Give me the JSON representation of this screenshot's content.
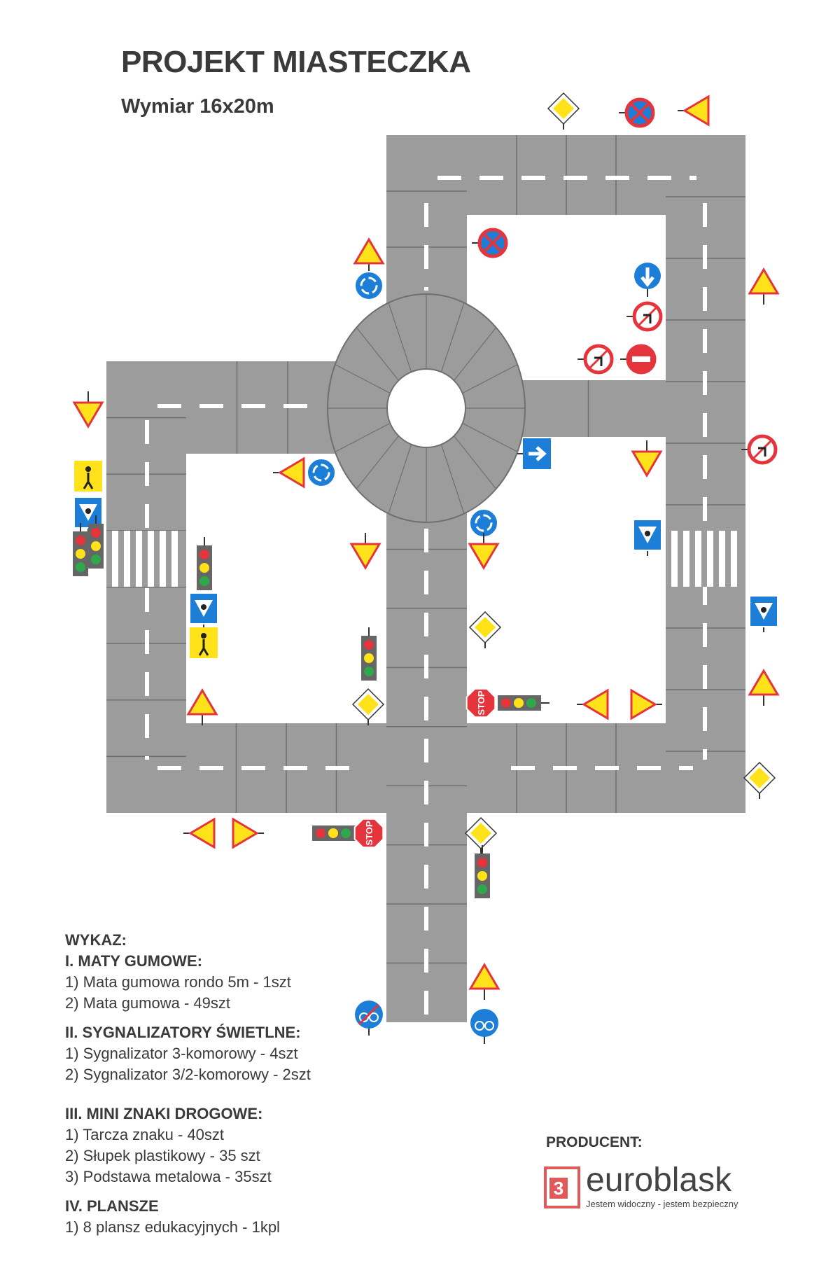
{
  "header": {
    "title": "PROJEKT MIASTECZKA",
    "subtitle": "Wymiar 16x20m"
  },
  "signs": {
    "stop_text": "STOP"
  },
  "colors": {
    "road": "#9c9c9c",
    "tile_line": "#6f6f6f",
    "warning_yellow": "#ffe21a",
    "sign_red": "#e5343b",
    "sign_blue": "#1c7ed6"
  },
  "list": {
    "heading": "WYKAZ:",
    "sections": [
      {
        "title": "I. MATY GUMOWE:",
        "items": [
          "1) Mata gumowa rondo 5m - 1szt",
          "2) Mata gumowa - 49szt"
        ]
      },
      {
        "title": "II. SYGNALIZATORY ŚWIETLNE:",
        "items": [
          "1) Sygnalizator 3-komorowy - 4szt",
          "2) Sygnalizator 3/2-komorowy - 2szt"
        ]
      },
      {
        "title": "III. MINI ZNAKI DROGOWE:",
        "items": [
          "1) Tarcza znaku - 40szt",
          "2) Słupek plastikowy - 35 szt",
          "3) Podstawa metalowa - 35szt"
        ]
      },
      {
        "title": "IV. PLANSZE",
        "items": [
          "1) 8 plansz edukacyjnych - 1kpl"
        ]
      }
    ]
  },
  "producer": {
    "label": "PRODUCENT:",
    "brand": "euroblask",
    "tagline": "Jestem widoczny - jestem bezpieczny",
    "logo_mark": "3"
  }
}
